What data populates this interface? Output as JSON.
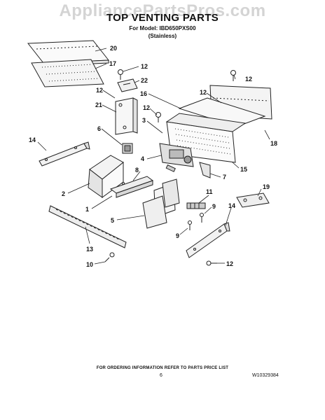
{
  "watermark": "AppliancePartsPros.com",
  "title": "TOP VENTING PARTS",
  "model_line": "For Model: IBD650PXS00",
  "finish": "(Stainless)",
  "footer": {
    "order_note": "FOR ORDERING INFORMATION REFER TO PARTS PRICE LIST",
    "page_number": "6",
    "doc_code": "W10329384"
  },
  "callouts": {
    "c20": "20",
    "c17": "17",
    "c12a": "12",
    "c22": "22",
    "c12b": "12",
    "c21": "21",
    "c12c": "12",
    "c12d": "12",
    "c16": "16",
    "c12e": "12",
    "c3": "3",
    "c6": "6",
    "c14a": "14",
    "c18": "18",
    "c4": "4",
    "c8": "8",
    "c15": "15",
    "c7": "7",
    "c2": "2",
    "c11": "11",
    "c19": "19",
    "c9a": "9",
    "c14b": "14",
    "c1": "1",
    "c5": "5",
    "c13": "13",
    "c9b": "9",
    "c10": "10",
    "c12f": "12"
  }
}
